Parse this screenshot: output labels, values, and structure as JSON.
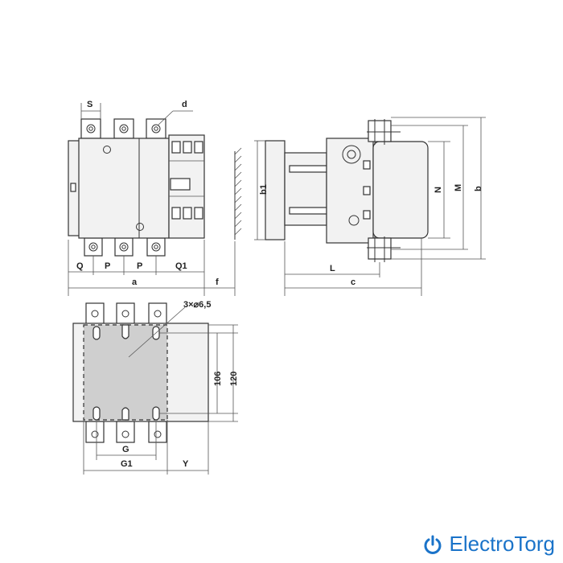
{
  "labels": {
    "S": "S",
    "d": "d",
    "Q": "Q",
    "P1": "P",
    "P2": "P",
    "Q1": "Q1",
    "a": "a",
    "f": "f",
    "b1": "b1",
    "N": "N",
    "M": "M",
    "b": "b",
    "L": "L",
    "c": "c",
    "holes": "3×⌀6,5",
    "h106": "106",
    "h120": "120",
    "G": "G",
    "G1": "G1",
    "Y": "Y"
  },
  "brand": {
    "name": "ElectroTorg",
    "color": "#1a73c9",
    "icon": "power-icon"
  }
}
